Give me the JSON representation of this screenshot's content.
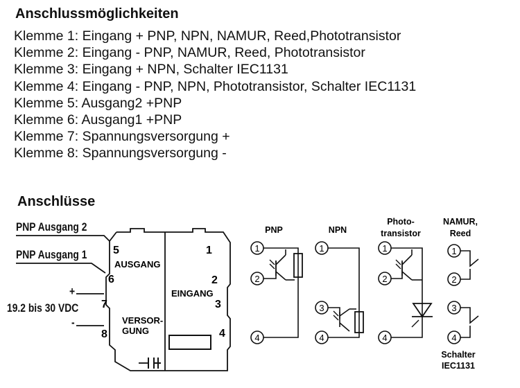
{
  "title_connections": "Anschlussmöglichkeiten",
  "terminals": [
    "Klemme 1: Eingang +  PNP, NPN, NAMUR, Reed,Phototransistor",
    "Klemme 2: Eingang -  PNP, NAMUR, Reed, Phototransistor",
    "Klemme 3: Eingang + NPN, Schalter IEC1131",
    "Klemme 4: Eingang -  PNP, NPN, Phototransistor, Schalter IEC1131",
    "Klemme 5: Ausgang2 +PNP",
    "Klemme 6: Ausgang1 +PNP",
    "Klemme 7: Spannungsversorgung +",
    "Klemme 8: Spannungsversorgung -"
  ],
  "title_terminals": "Anschlüsse",
  "device": {
    "label_pnp2": "PNP Ausgang 2",
    "label_pnp1": "PNP Ausgang 1",
    "plus": "+",
    "minus": "-",
    "supply": "19.2 bis 30 VDC",
    "num5": "5",
    "num6": "6",
    "num7": "7",
    "num8": "8",
    "num1": "1",
    "num2": "2",
    "num3": "3",
    "num4": "4",
    "ausgang": "AUSGANG",
    "versorgung_1": "VERSOR-",
    "versorgung_2": "GUNG",
    "eingang": "EINGANG"
  },
  "sensors": {
    "pnp": {
      "title": "PNP",
      "t1": "1",
      "t2": "2",
      "t4": "4"
    },
    "npn": {
      "title": "NPN",
      "t1": "1",
      "t3": "3",
      "t4": "4"
    },
    "photo": {
      "title_1": "Photo-",
      "title_2": "transistor",
      "t1": "1",
      "t2": "2",
      "t4": "4"
    },
    "namur": {
      "title_1": "NAMUR,",
      "title_2": "Reed",
      "t1": "1",
      "t2": "2",
      "t3": "3",
      "t4": "4",
      "switch_1": "Schalter",
      "switch_2": "IEC1131"
    }
  }
}
